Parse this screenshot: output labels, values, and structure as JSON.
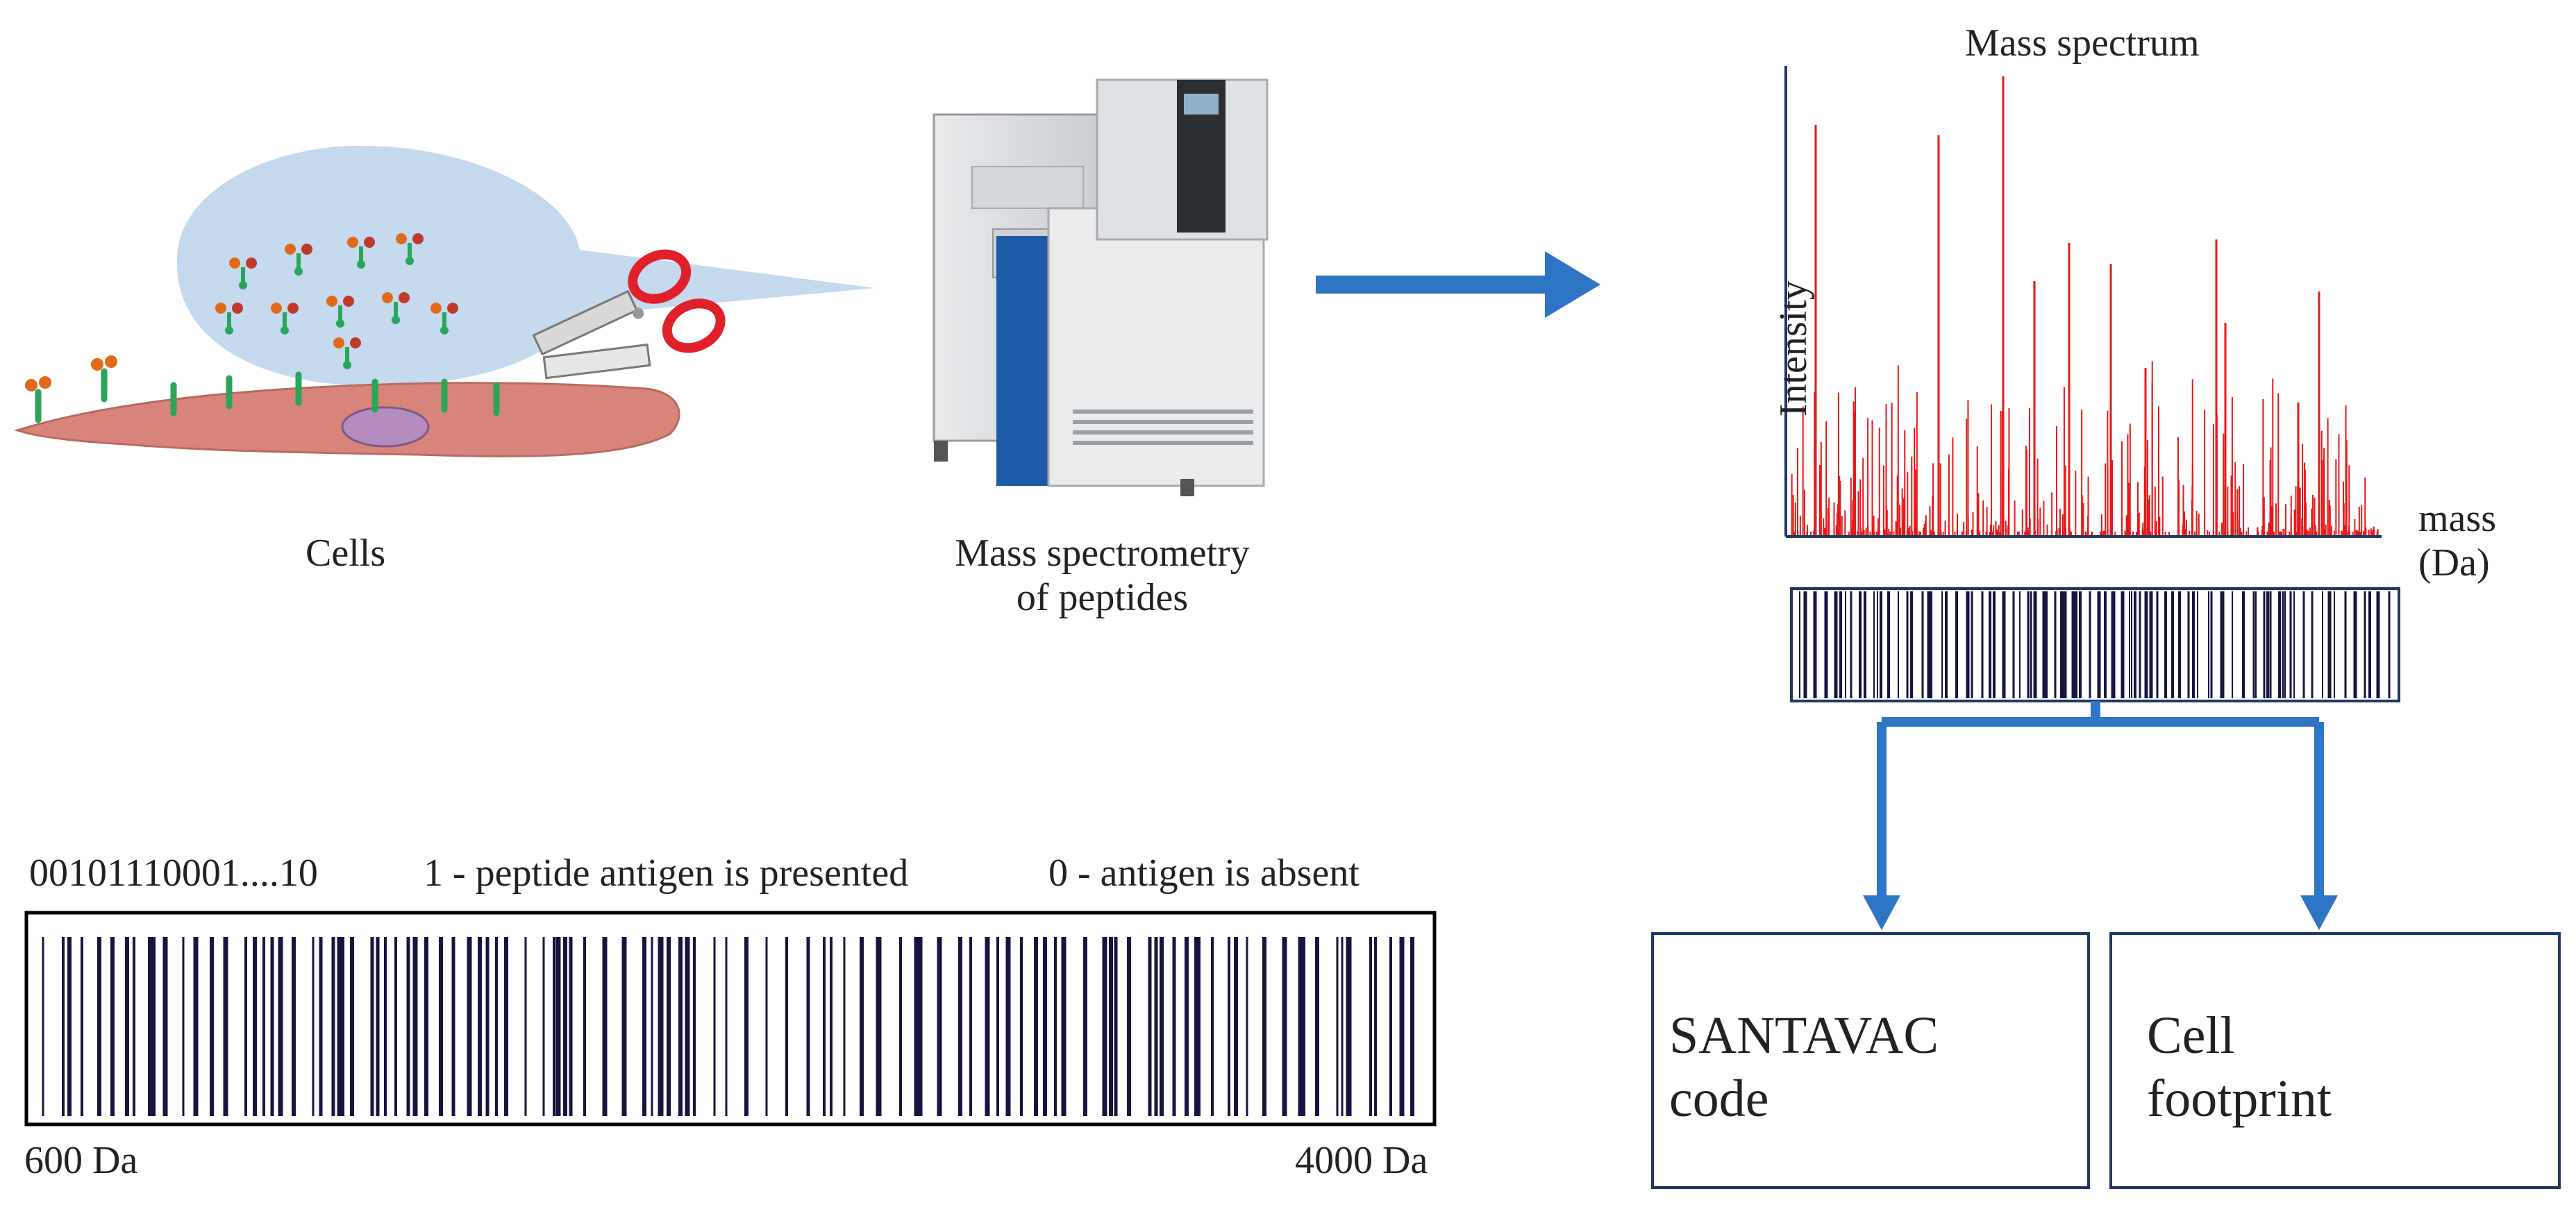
{
  "cells": {
    "label": "Cells"
  },
  "mass_spec": {
    "line1": "Mass spectrometry",
    "line2": "of peptides"
  },
  "spectrum": {
    "title": "Mass spectrum",
    "ylabel": "Intensity",
    "xlabel_line1": "mass",
    "xlabel_line2": "(Da)"
  },
  "barcode": {
    "code": "00101110001....10",
    "legend_presented": "1 - peptide antigen is presented",
    "legend_absent": "0 - antigen is absent",
    "min_label": "600 Da",
    "max_label": "4000 Da"
  },
  "outputs": {
    "santavac_line1": "SANTAVAC",
    "santavac_line2": "code",
    "footprint_line1": "Cell",
    "footprint_line2": "footprint"
  },
  "colors": {
    "arrow": "#2e75c6",
    "bubble": "#c5d9ef",
    "cell": "#d9847a",
    "nucleus": "#b58cc0",
    "spectrum_peaks": "#e81818",
    "barcode_lines": "#151540",
    "box_border": "#1f3864"
  },
  "icons": [
    "scissors-icon",
    "mass-spectrometer-instrument",
    "vial-icon",
    "peptide-antigen-icon"
  ]
}
